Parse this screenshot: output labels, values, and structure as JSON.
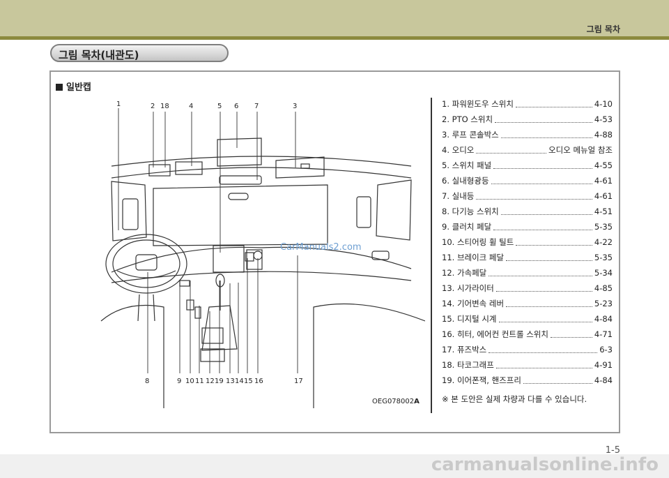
{
  "header": {
    "title": "그림 목차"
  },
  "section_tab": {
    "label": "그림 목차(내관도)"
  },
  "subsection": {
    "title": "일반캡"
  },
  "image_code": {
    "prefix": "OEG078002",
    "suffix": "A"
  },
  "diagram_watermark": "CarManuals2.com",
  "callouts_top": [
    "1",
    "2",
    "18",
    "4",
    "5",
    "6",
    "7",
    "3"
  ],
  "callouts_bottom": [
    "8",
    "9",
    "10",
    "11",
    "12",
    "19",
    "13",
    "14",
    "15",
    "16",
    "17"
  ],
  "legend": [
    {
      "label": "1. 파워윈도우 스위치",
      "page": "4-10"
    },
    {
      "label": "2. PTO 스위치",
      "page": "4-53"
    },
    {
      "label": "3. 루프 콘솔박스",
      "page": "4-88"
    },
    {
      "label": "4. 오디오",
      "page": "오디오 메뉴얼 참조"
    },
    {
      "label": "5. 스위치 패널",
      "page": "4-55"
    },
    {
      "label": "6. 실내형광등",
      "page": "4-61"
    },
    {
      "label": "7. 실내등",
      "page": "4-61"
    },
    {
      "label": "8. 다기능 스위치",
      "page": "4-51"
    },
    {
      "label": "9. 클러치 페달",
      "page": "5-35"
    },
    {
      "label": "10. 스티어링 휠 틸트",
      "page": "4-22"
    },
    {
      "label": "11. 브레이크 페달",
      "page": "5-35"
    },
    {
      "label": "12. 가속페달",
      "page": "5-34"
    },
    {
      "label": "13. 시가라이터",
      "page": "4-85"
    },
    {
      "label": "14. 기어변속 레버",
      "page": "5-23"
    },
    {
      "label": "15. 디지털 시계",
      "page": "4-84"
    },
    {
      "label": "16. 히터, 에어컨 컨트롤 스위치",
      "page": "4-71"
    },
    {
      "label": "17. 퓨즈박스",
      "page": "6-3"
    },
    {
      "label": "18. 타코그래프",
      "page": "4-91"
    },
    {
      "label": "19. 이어폰잭, 핸즈프리",
      "page": "4-84"
    }
  ],
  "note": "※ 본 도안은 실제 차량과 다를 수 있습니다.",
  "page_number": "1-5",
  "footer_watermark": "carmanualsonline.info"
}
